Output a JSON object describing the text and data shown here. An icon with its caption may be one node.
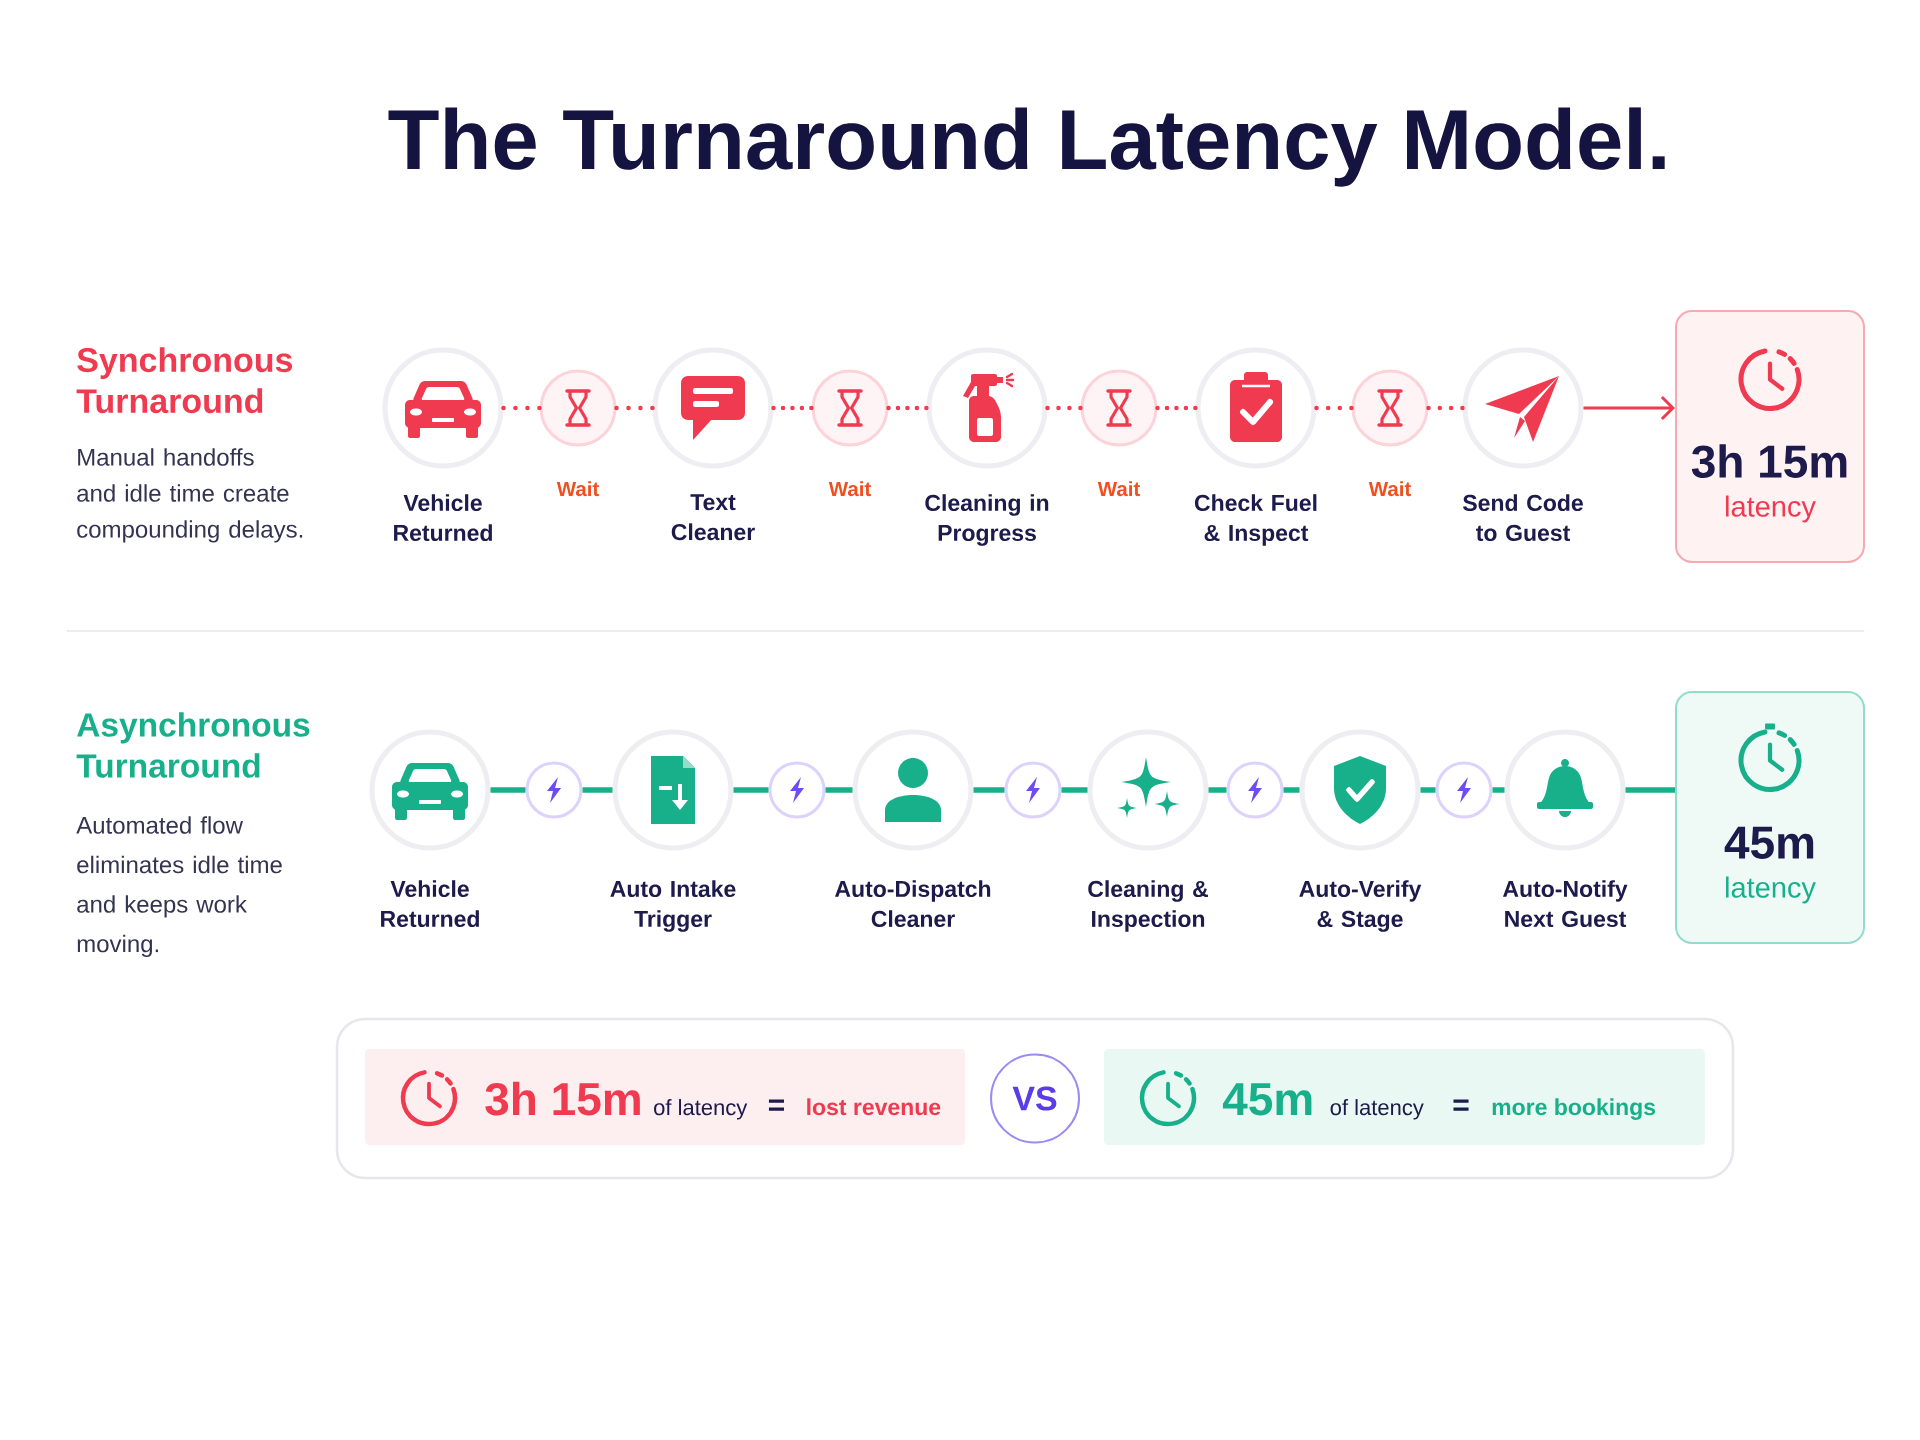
{
  "diagram": {
    "title": "The Turnaround Latency Model.",
    "nodes": [
      {
        "text": [
          "Vehicle Returned"
        ]
      },
      {
        "text": [
          "Wait"
        ]
      },
      {
        "text": [
          "Text Cleaner"
        ]
      },
      {
        "text": [
          "Wait"
        ]
      },
      {
        "text": [
          "Cleaning in Progress"
        ]
      },
      {
        "text": [
          "Wait"
        ]
      },
      {
        "text": [
          "Check Fuel & Inspect"
        ]
      },
      {
        "text": [
          "Wait"
        ]
      },
      {
        "text": [
          "Send Code to Guest"
        ]
      },
      {
        "text": [
          "3h 15m",
          "latency"
        ]
      },
      {
        "text": [
          "Vehicle Returned"
        ]
      },
      {
        "text": [],
        "shape": "circle"
      },
      {
        "text": [
          "Auto Intake Trigger"
        ]
      },
      {
        "text": [],
        "shape": "circle"
      },
      {
        "text": [
          "Auto-Dispatch Cleaner"
        ]
      },
      {
        "text": [],
        "shape": "circle"
      },
      {
        "text": [
          "Cleaning & Inspection"
        ]
      },
      {
        "text": [],
        "shape": "circle"
      },
      {
        "text": [
          "Auto-Verify & Stage"
        ]
      },
      {
        "text": [],
        "shape": "circle"
      },
      {
        "text": [
          "Auto-Notify Next Guest"
        ]
      },
      {
        "text": [
          "45m",
          "latency"
        ]
      },
      {
        "text": [],
        "shape": "box"
      },
      {
        "text": [
          "3h 15m",
          "of latency",
          "=",
          "lost revenue"
        ],
        "in": 22
      },
      {
        "text": [
          "VS"
        ],
        "in": 22
      },
      {
        "text": [
          "45m",
          "of latency",
          "=",
          "more bookings"
        ],
        "in": 22
      }
    ],
    "edges": [
      {
        "from": 0,
        "to": 1,
        "arrow": "none",
        "style": "dashed",
        "color": "#ef3a4f"
      },
      {
        "from": 1,
        "to": 2,
        "arrow": "none",
        "style": "dashed",
        "color": "#ef3a4f"
      },
      {
        "from": 2,
        "to": 3,
        "arrow": "none",
        "style": "dashed",
        "color": "#ef3a4f"
      },
      {
        "from": 3,
        "to": 4,
        "arrow": "none",
        "style": "dashed",
        "color": "#ef3a4f"
      },
      {
        "from": 4,
        "to": 5,
        "arrow": "none",
        "style": "dashed",
        "color": "#ef3a4f"
      },
      {
        "from": 5,
        "to": 6,
        "arrow": "none",
        "style": "dashed",
        "color": "#ef3a4f"
      },
      {
        "from": 6,
        "to": 7,
        "arrow": "none",
        "style": "dashed",
        "color": "#ef3a4f"
      },
      {
        "from": 7,
        "to": 8,
        "arrow": "none",
        "style": "dashed",
        "color": "#ef3a4f"
      },
      {
        "from": 8,
        "to": 9,
        "arrow": "to",
        "color": "#ef3a4f"
      },
      {
        "from": 10,
        "to": 11,
        "arrow": "none"
      },
      {
        "from": 11,
        "to": 12,
        "arrow": "none"
      },
      {
        "from": 12,
        "to": 13,
        "arrow": "none"
      },
      {
        "from": 13,
        "to": 14,
        "arrow": "none"
      },
      {
        "from": 14,
        "to": 15,
        "arrow": "none"
      },
      {
        "from": 15,
        "to": 16,
        "arrow": "none"
      },
      {
        "from": 16,
        "to": 17,
        "arrow": "none"
      },
      {
        "from": 17,
        "to": 18,
        "arrow": "none"
      },
      {
        "from": 18,
        "to": 19,
        "arrow": "none"
      },
      {
        "from": 19,
        "to": 20,
        "arrow": "none"
      },
      {
        "from": 20,
        "to": 21,
        "arrow": "none"
      }
    ],
    "labels": [
      "Synchronous Turnaround",
      "Manual handoffs and idle time create compounding delays.",
      "Asynchronous Turnaround",
      "Automated flow eliminates idle time and keeps work moving."
    ]
  }
}
